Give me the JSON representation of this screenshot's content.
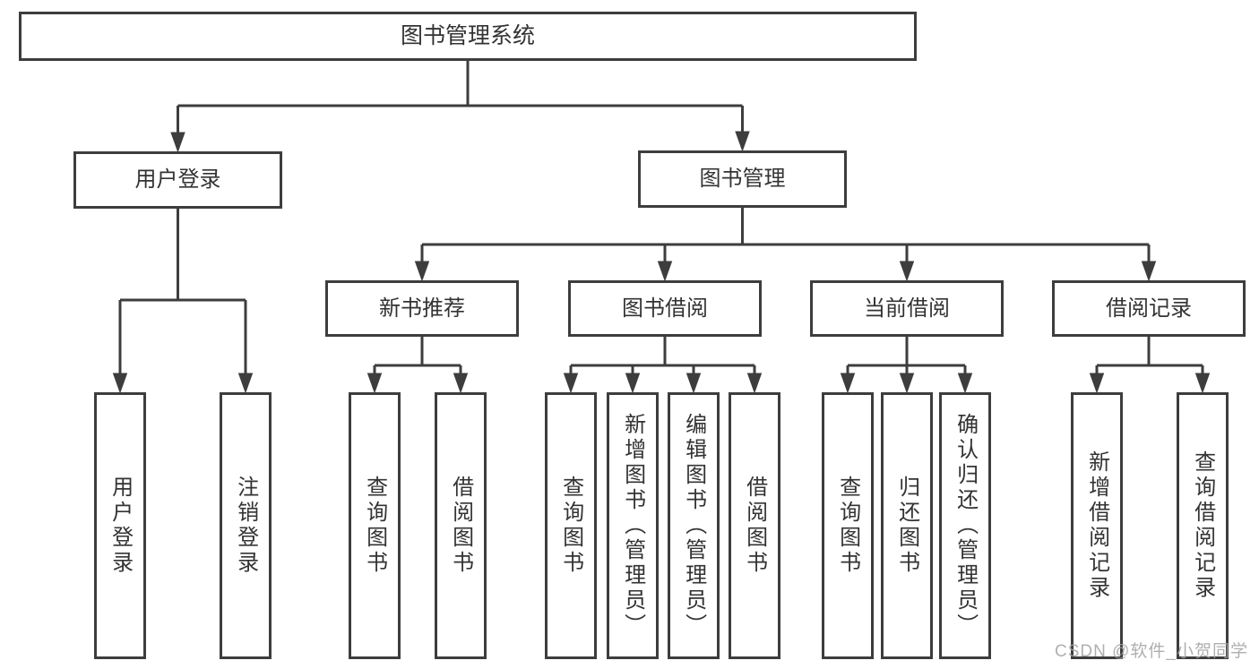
{
  "diagram": {
    "title": "图书管理系统",
    "root": {
      "label": "图书管理系统"
    },
    "level2": {
      "user_login": {
        "label": "用户登录"
      },
      "book_mgmt": {
        "label": "图书管理"
      }
    },
    "level3": {
      "new_book": {
        "label": "新书推荐"
      },
      "book_borrow": {
        "label": "图书借阅"
      },
      "current_borrow": {
        "label": "当前借阅"
      },
      "borrow_record": {
        "label": "借阅记录"
      }
    },
    "leaves": {
      "user_login": [
        "用户登录",
        "注销登录"
      ],
      "new_book": [
        "查询图书",
        "借阅图书"
      ],
      "book_borrow": [
        "查询图书",
        "新增图书（管理员）",
        "编辑图书（管理员）",
        "借阅图书"
      ],
      "current_borrow": [
        "查询图书",
        "归还图书",
        "确认归还（管理员）"
      ],
      "borrow_record": [
        "新增借阅记录",
        "查询借阅记录"
      ]
    },
    "colors": {
      "line": "#3d3d3d",
      "border": "#3d3d3d",
      "text": "#333333",
      "watermark": "#a2a2a2",
      "background": "#ffffff"
    }
  },
  "watermark": {
    "text": "CSDN @软件_小贺同学"
  }
}
